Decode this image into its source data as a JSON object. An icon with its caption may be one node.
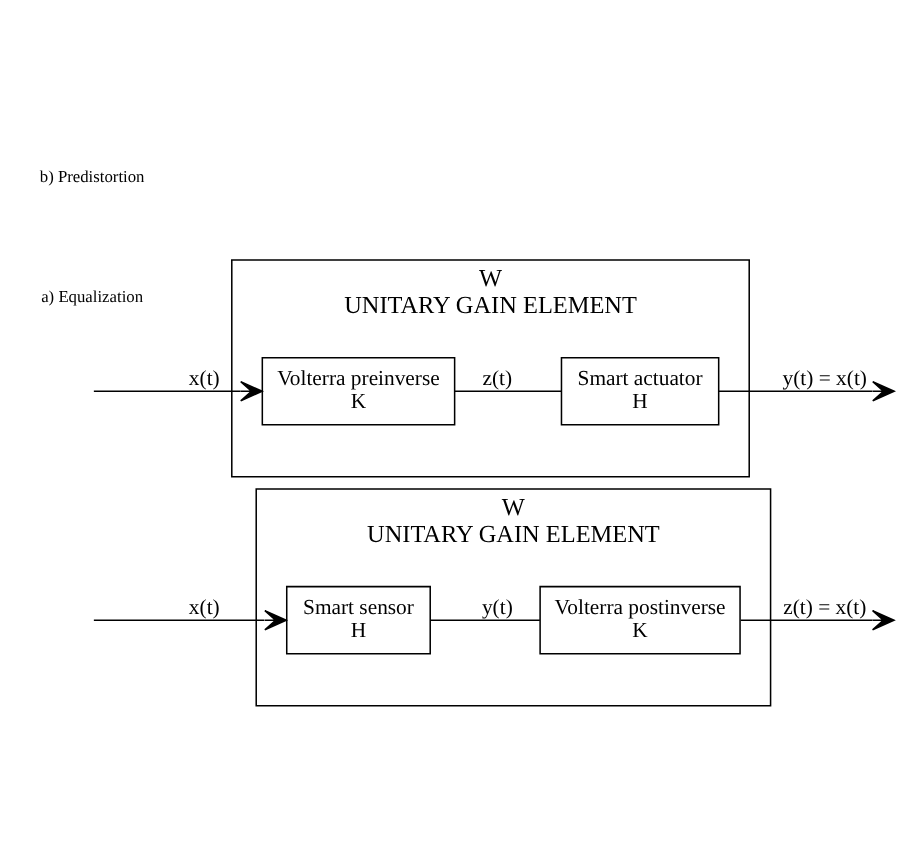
{
  "diagram": {
    "nodes": [
      {
        "text": [
          "W",
          "UNITARY GAIN ELEMENT"
        ]
      },
      {
        "text": [
          "Smart sensor",
          "H"
        ],
        "in": 0
      },
      {
        "text": [
          "Volterra postinverse",
          "K"
        ],
        "in": 0
      },
      {
        "text": [
          "W",
          "UNITARY GAIN ELEMENT"
        ]
      },
      {
        "text": [
          "Volterra preinverse",
          "K"
        ],
        "in": 3
      },
      {
        "text": [
          "Smart actuator",
          "H"
        ],
        "in": 3
      }
    ],
    "edges": [
      {
        "from": null,
        "to": 1,
        "arrow": "to",
        "label": "x(t)"
      },
      {
        "from": 1,
        "to": 2,
        "arrow": "none",
        "label": "y(t)"
      },
      {
        "from": 2,
        "to": null,
        "arrow": "to",
        "label": "z(t) = x(t)"
      },
      {
        "from": null,
        "to": 4,
        "arrow": "to",
        "label": "x(t)"
      },
      {
        "from": 4,
        "to": 5,
        "arrow": "none",
        "label": "z(t)"
      },
      {
        "from": 5,
        "to": null,
        "arrow": "to",
        "label": "y(t) = x(t)"
      }
    ],
    "labels": [
      "a) Equalization",
      "b) Predistortion"
    ]
  }
}
